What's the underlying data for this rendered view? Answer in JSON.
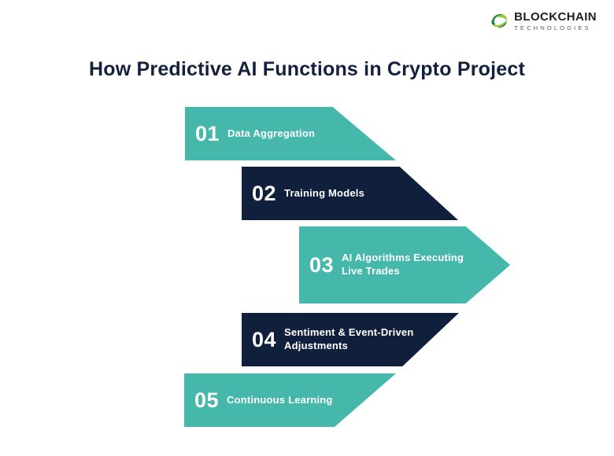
{
  "page": {
    "title": "How Predictive AI Functions in Crypto Project",
    "background": "#ffffff"
  },
  "logo": {
    "name": "BLOCKCHAIN",
    "subtitle": "TECHNOLOGIES",
    "icon": "green-swirl-leaf-icon",
    "icon_colors": {
      "dark_green": "#1c8240",
      "light_green": "#9cc93b"
    }
  },
  "colors": {
    "teal_banner": "#45b7ab",
    "navy_banner": "#101f3c",
    "title_text": "#14213e",
    "banner_text": "#ffffff",
    "logo_name_text": "#1e1e20",
    "logo_subtitle_text": "#585c62"
  },
  "steps": [
    {
      "number": "01",
      "label": "Data Aggregation",
      "color": "teal",
      "shape": "slant-down-right"
    },
    {
      "number": "02",
      "label": "Training Models",
      "color": "navy",
      "shape": "slant-down-right"
    },
    {
      "number": "03",
      "label": "AI Algorithms Executing Live Trades",
      "color": "teal",
      "shape": "arrow-point-right"
    },
    {
      "number": "04",
      "label": "Sentiment & Event-Driven Adjustments",
      "color": "navy",
      "shape": "slant-up-right"
    },
    {
      "number": "05",
      "label": "Continuous Learning",
      "color": "teal",
      "shape": "slant-up-right"
    }
  ]
}
